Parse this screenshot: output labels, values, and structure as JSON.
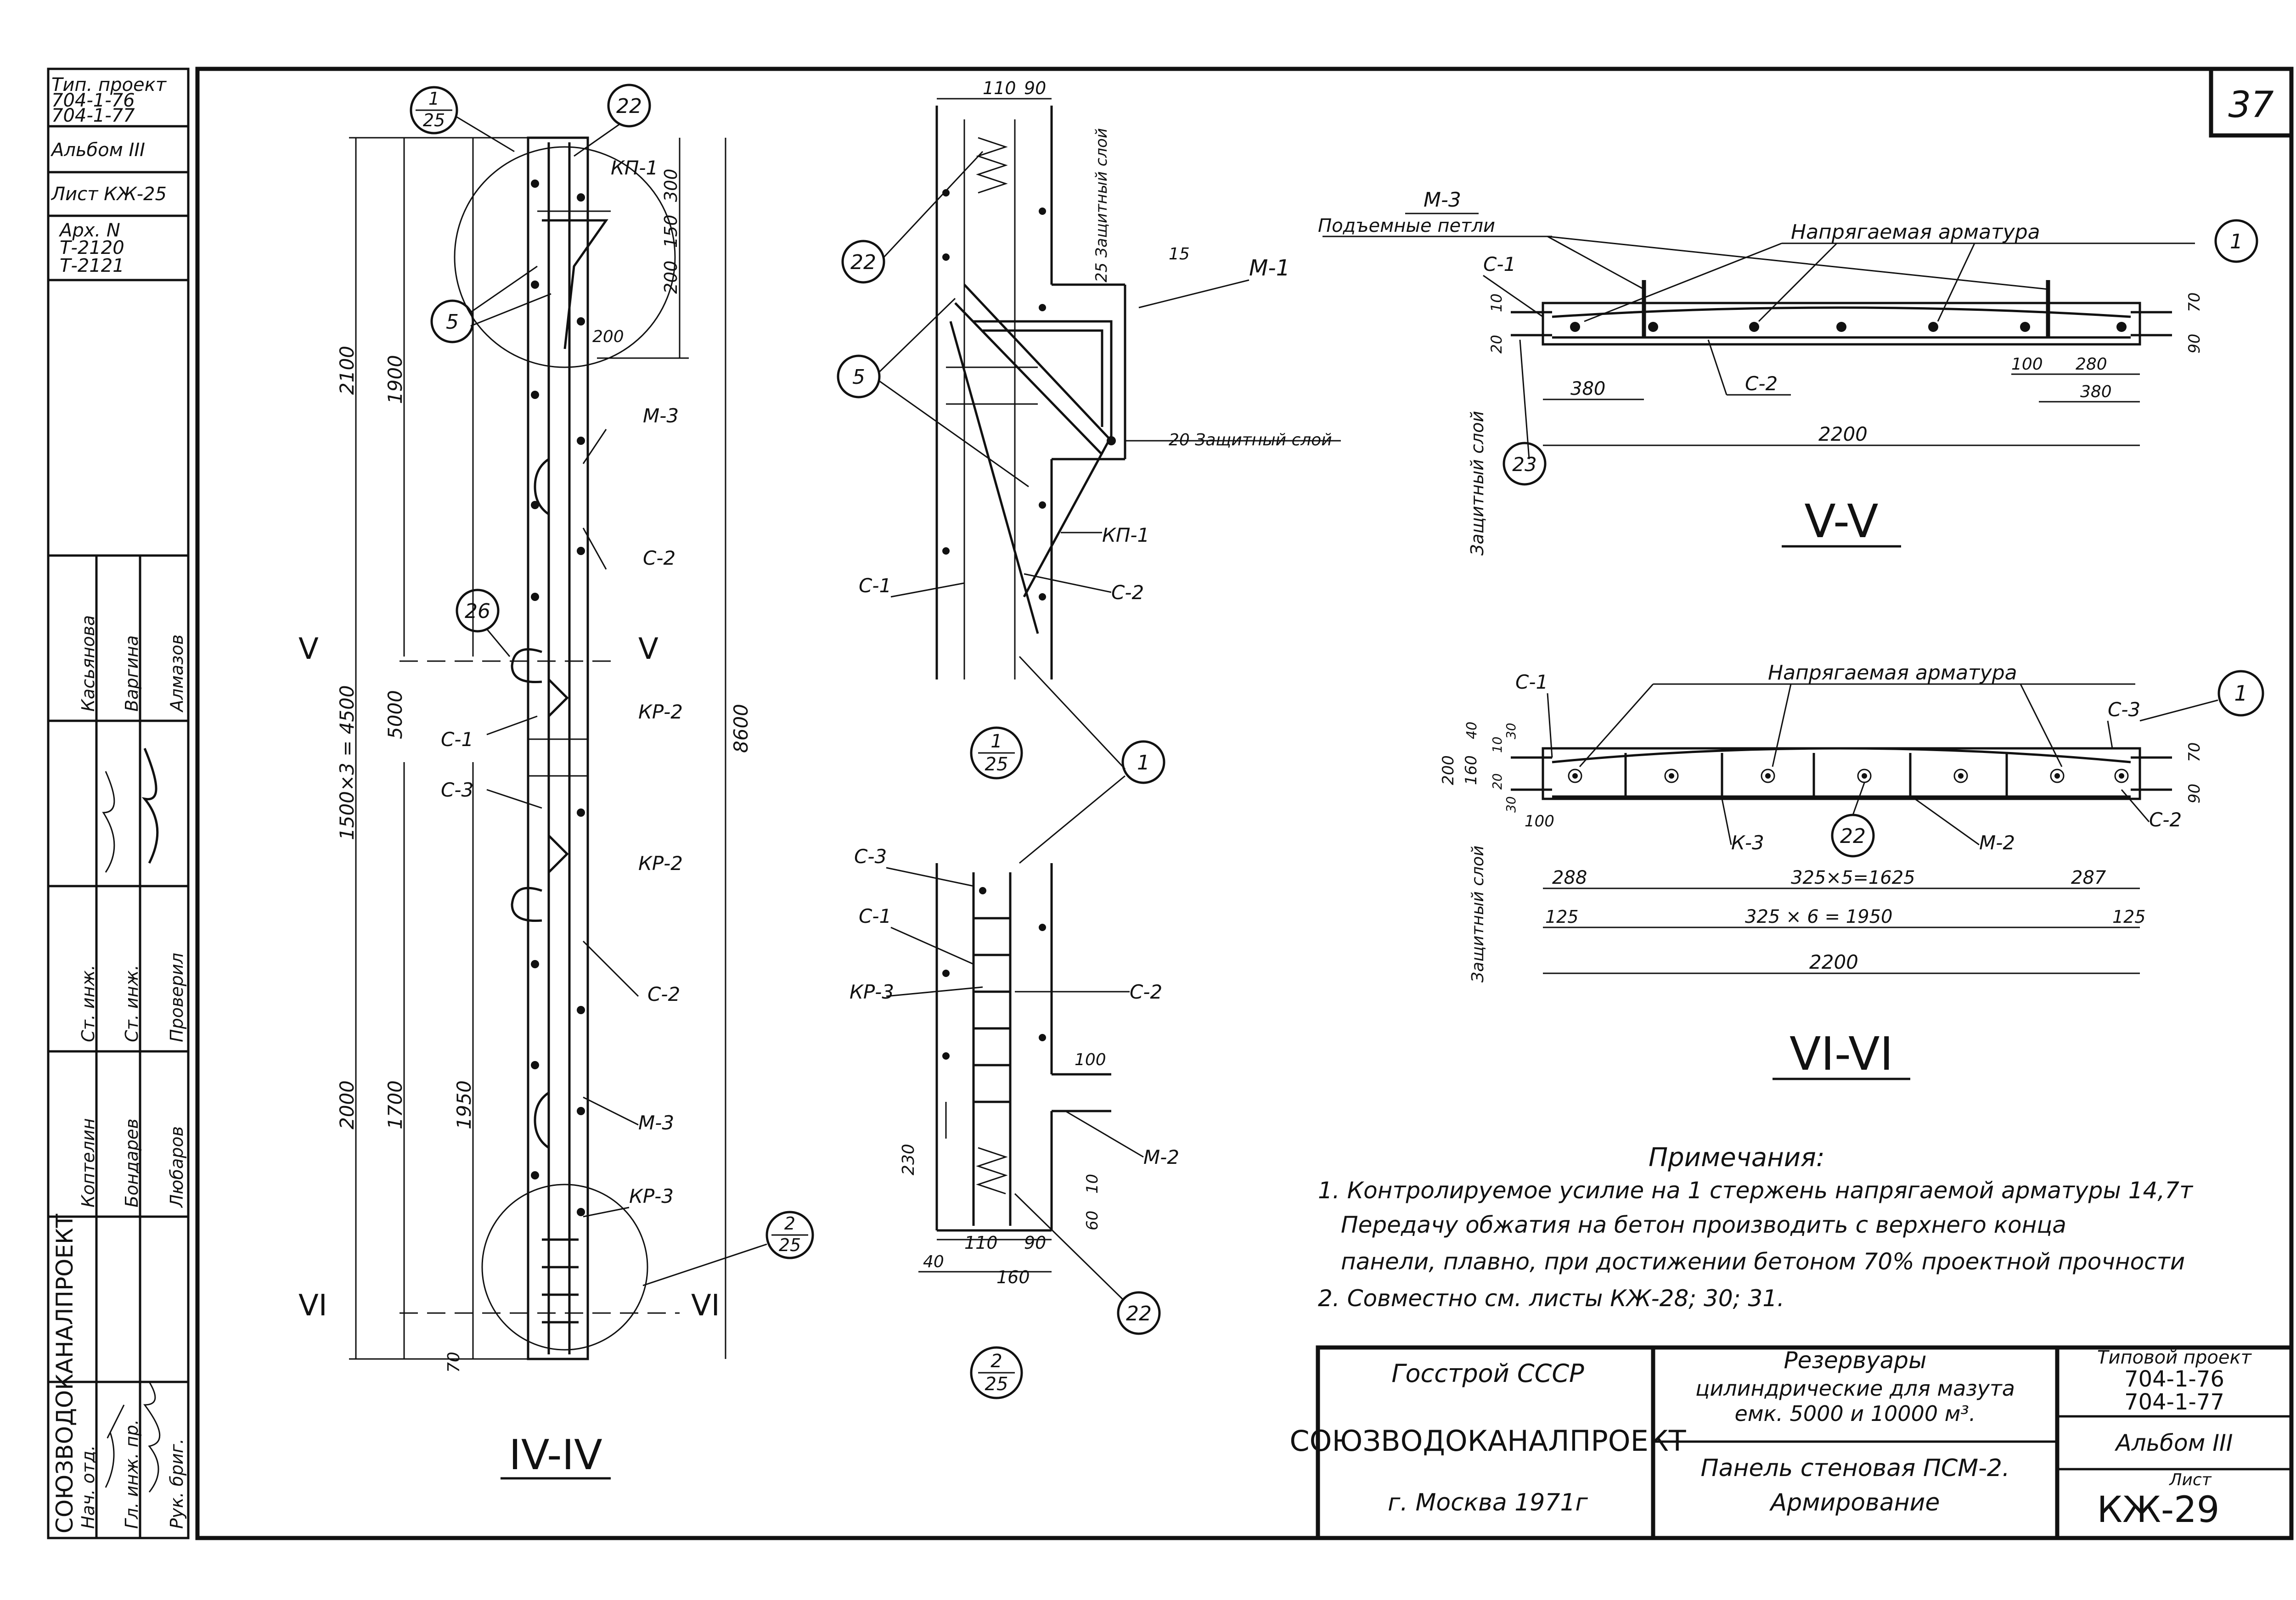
{
  "sheet_no": "37",
  "left_stamp": {
    "project_label": "Тип. проект",
    "project_1": "704-1-76",
    "project_2": "704-1-77",
    "album": "Альбом III",
    "sheet": "Лист КЖ-25",
    "arch_label": "Арх. N",
    "arch_1": "Т-2120",
    "arch_2": "Т-2121",
    "org_vertical": "СОЮЗВОДОКАНАЛПРОЕКТ",
    "roles": [
      "Нач. отд.",
      "Гл. инж. пр.",
      "Рук. бриг.",
      "Ст. инж.",
      "Ст. инж.",
      "Проверил"
    ],
    "names": [
      "Коптелин",
      "Бондарев",
      "Любаров",
      "Касьянова",
      "Варгина",
      "Алмазов"
    ]
  },
  "section_iv": {
    "title": "IV-IV",
    "dims": [
      "2100",
      "1900",
      "300",
      "150",
      "200",
      "200",
      "5000",
      "1500×3 = 4500",
      "8600",
      "2000",
      "1700",
      "1950",
      "70"
    ],
    "labels": [
      "КП-1",
      "М-3",
      "С-2",
      "КР-2",
      "С-1",
      "С-3",
      "КР-2",
      "С-2",
      "М-3",
      "КР-3"
    ],
    "cut_marks": [
      "V",
      "V",
      "VI",
      "VI"
    ],
    "callouts": [
      "22",
      "5",
      "26"
    ],
    "ref_top": {
      "num": "1",
      "den": "25"
    },
    "ref_bottom": {
      "num": "2",
      "den": "25"
    }
  },
  "detail_1": {
    "dims": [
      "110",
      "90",
      "25 Защитный слой",
      "15",
      "20 Защитный слой"
    ],
    "labels": [
      "М-1",
      "КП-1",
      "С-1",
      "С-2"
    ],
    "callouts": [
      "22",
      "5"
    ],
    "ref": {
      "num": "1",
      "den": "25"
    }
  },
  "detail_2": {
    "dims": [
      "100",
      "230",
      "10",
      "60",
      "110",
      "90",
      "40",
      "160"
    ],
    "labels": [
      "С-3",
      "С-1",
      "КР-3",
      "С-2",
      "М-2"
    ],
    "callouts": [
      "1",
      "22"
    ],
    "ref": {
      "num": "2",
      "den": "25"
    }
  },
  "section_v": {
    "title": "V-V",
    "label_m3": "М-3",
    "label_loops": "Подъемные петли",
    "label_prestressed": "Напрягаемая арматура",
    "labels": [
      "С-1",
      "С-2"
    ],
    "dims": [
      "10",
      "20",
      "70",
      "90",
      "380",
      "100",
      "280",
      "380",
      "2200"
    ],
    "protective": "Защитный слой",
    "callouts": [
      "1",
      "23"
    ]
  },
  "section_vi": {
    "title": "VI-VI",
    "label_prestressed": "Напрягаемая арматура",
    "labels": [
      "С-1",
      "С-3",
      "С-2",
      "К-3",
      "М-2"
    ],
    "dims": [
      "200",
      "160",
      "40",
      "10",
      "30",
      "20",
      "30",
      "100",
      "70",
      "90",
      "288",
      "325×5=1625",
      "287",
      "125",
      "325 × 6 = 1950",
      "125",
      "2200"
    ],
    "protective": "Защитный слой",
    "callouts": [
      "1",
      "22"
    ]
  },
  "notes": {
    "title": "Примечания:",
    "lines": [
      "1. Контролируемое усилие на 1 стержень напрягаемой арматуры 14,7т",
      "Передачу обжатия на бетон производить с верхнего конца",
      "панели, плавно, при достижении бетоном 70% проектной прочности",
      "2. Совместно см. листы КЖ-28; 30; 31."
    ]
  },
  "title_block": {
    "org_top": "Госстрой СССР",
    "org_name": "СОЮЗВОДОКАНАЛПРОЕКТ",
    "org_city": "г. Москва 1971г",
    "desc_1": "Резервуары",
    "desc_2": "цилиндрические для мазута",
    "desc_3": "емк. 5000 и 10000 м³.",
    "desc_4": "Панель стеновая ПСМ-2.",
    "desc_5": "Армирование",
    "proj_label": "Типовой проект",
    "proj_1": "704-1-76",
    "proj_2": "704-1-77",
    "album": "Альбом III",
    "sheet_label": "Лист",
    "sheet": "КЖ-29"
  }
}
